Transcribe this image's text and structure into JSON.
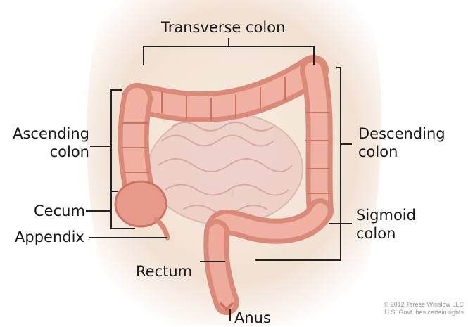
{
  "labels": {
    "transverse_colon": "Transverse colon",
    "ascending_colon": [
      "Ascending",
      "colon"
    ],
    "descending_colon": [
      "Descending",
      "colon"
    ],
    "cecum": "Cecum",
    "appendix": "Appendix",
    "sigmoid_colon": [
      "Sigmoid",
      "colon"
    ],
    "rectum": "Rectum",
    "anus": "Anus"
  },
  "credit": {
    "line1": "© 2012 Terese Winslow LLC",
    "line2": "U.S. Govt. has certain rights"
  },
  "colors": {
    "skin": "#f2e3d3",
    "colon": "#e8a496",
    "colon_dark": "#c97565",
    "small_intestine": "#eac8c4",
    "leader_line": "#222222"
  }
}
